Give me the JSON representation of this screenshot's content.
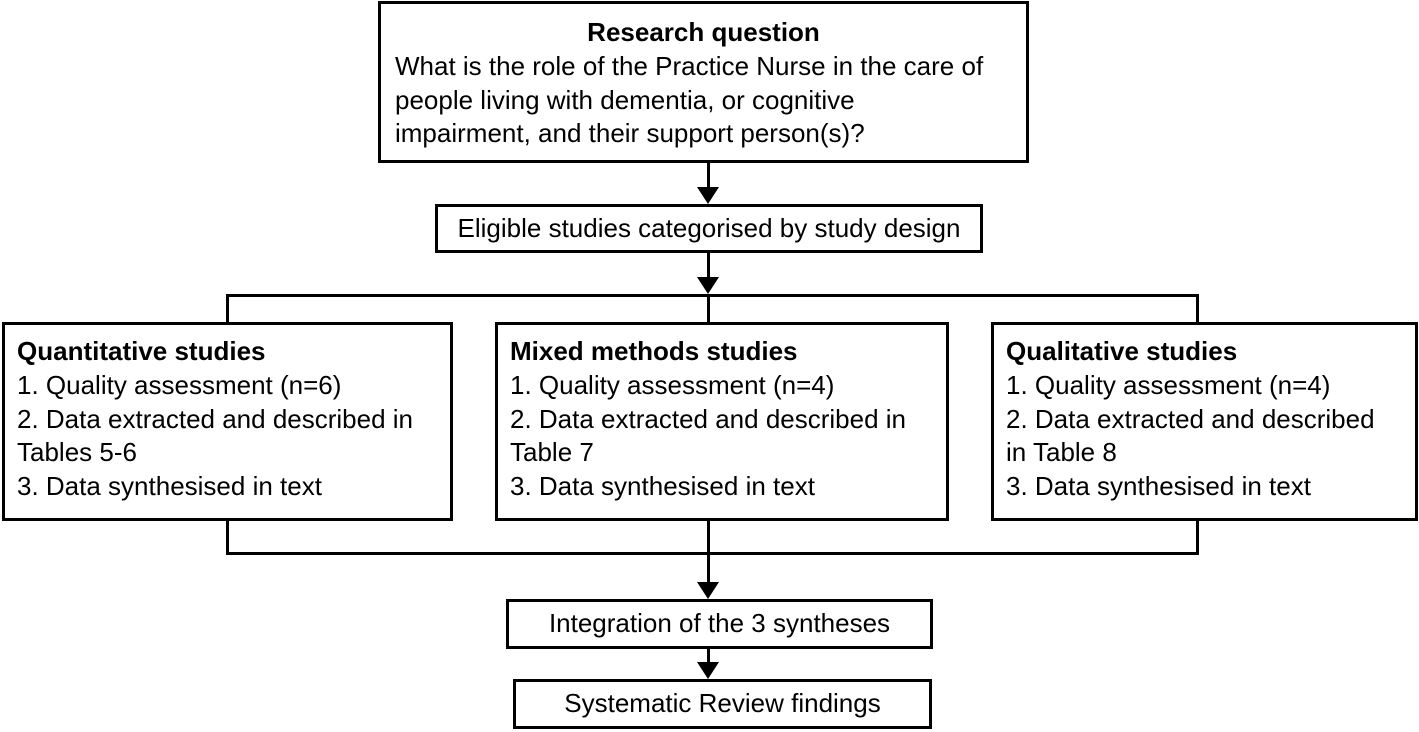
{
  "diagram": {
    "title": "Systematic review synthesis flowchart",
    "background_color": "#ffffff",
    "line_color": "#000000",
    "text_color": "#000000"
  },
  "nodes": {
    "research_question": {
      "heading": "Research question",
      "body_line_1": "What is the role of the Practice Nurse in the care of",
      "body_line_2": "people living with dementia, or cognitive",
      "body_line_3": "impairment, and their support person(s)?"
    },
    "eligible_studies": {
      "label": "Eligible studies categorised by study design"
    },
    "quantitative": {
      "heading": "Quantitative studies",
      "step_1": "1. Quality assessment (n=6)",
      "step_2_line_1": "2. Data extracted and described in",
      "step_2_line_2": "Tables 5-6",
      "step_3": "3. Data synthesised in text"
    },
    "mixed_methods": {
      "heading": "Mixed methods studies",
      "step_1": "1. Quality assessment (n=4)",
      "step_2_line_1": "2. Data extracted and described in",
      "step_2_line_2": "Table 7",
      "step_3": "3. Data synthesised in text"
    },
    "qualitative": {
      "heading": "Qualitative studies",
      "step_1": "1. Quality assessment (n=4)",
      "step_2_line_1": "2. Data extracted and described",
      "step_2_line_2": "in Table 8",
      "step_3": "3. Data synthesised in text"
    },
    "integration": {
      "label": "Integration of the 3 syntheses"
    },
    "findings": {
      "label": "Systematic Review findings"
    }
  },
  "connectors": [
    {
      "name": "research-to-eligible",
      "type": "arrow-down"
    },
    {
      "name": "eligible-to-split-bus",
      "type": "arrow-down"
    },
    {
      "name": "split-bus-horizontal",
      "type": "line"
    },
    {
      "name": "split-bus-left-drop",
      "type": "line"
    },
    {
      "name": "split-bus-right-drop",
      "type": "line"
    },
    {
      "name": "split-bus-centre-drop",
      "type": "line"
    },
    {
      "name": "merge-bus-left-drop",
      "type": "line"
    },
    {
      "name": "merge-bus-right-drop",
      "type": "line"
    },
    {
      "name": "merge-bus-horizontal",
      "type": "line"
    },
    {
      "name": "merge-to-integration",
      "type": "arrow-down"
    },
    {
      "name": "integration-to-findings",
      "type": "arrow-down"
    }
  ]
}
